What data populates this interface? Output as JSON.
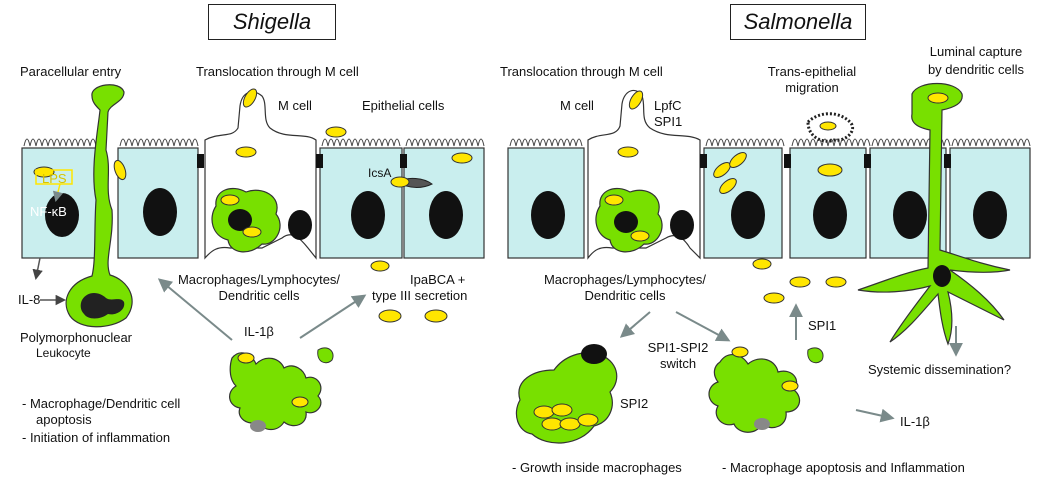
{
  "titles": {
    "left": "Shigella",
    "right": "Salmonella"
  },
  "shigella": {
    "paracellular_entry": "Paracellular  entry",
    "translocation_m_cell": "Translocation through M cell",
    "m_cell": "M cell",
    "epithelial_cells": "Epithelial cells",
    "lps": "LPS",
    "nfkb": "NF-κB",
    "icsa": "IcsA",
    "il8": "IL-8",
    "pmn_line1": "Polymorphonuclear",
    "pmn_line2": "Leukocyte",
    "macrophages_line1": "Macrophages/Lymphocytes/",
    "macrophages_line2": "Dendritic cells",
    "ipabca_line1": "IpaBCA +",
    "ipabca_line2": "type  III secretion",
    "il1b": "IL-1β",
    "outcome1_line1": "- Macrophage/Dendritic cell",
    "outcome1_line2": "apoptosis",
    "outcome2": "- Initiation of inflammation"
  },
  "salmonella": {
    "translocation_m_cell": "Translocation through M cell",
    "m_cell": "M cell",
    "lpfc": "LpfC",
    "spi1_top": "SPI1",
    "trans_epi_line1": "Trans-epithelial",
    "trans_epi_line2": "migration",
    "luminal_line1": "Luminal capture",
    "luminal_line2": "by dendritic cells",
    "macrophages_line1": "Macrophages/Lymphocytes/",
    "macrophages_line2": "Dendritic cells",
    "spi1_mid": "SPI1",
    "switch_line1": "SPI1-SPI2",
    "switch_line2": "switch",
    "spi2": "SPI2",
    "il1b": "IL-1β",
    "systemic": "Systemic dissemination?",
    "outcome_growth": "- Growth inside macrophages",
    "outcome_apoptosis": "- Macrophage apoptosis and  Inflammation"
  },
  "colors": {
    "cell": "#c9eeee",
    "green": "#78e000",
    "yellow": "#ffe600",
    "nucleus": "#111111",
    "arrow": "#7a8a8a"
  }
}
